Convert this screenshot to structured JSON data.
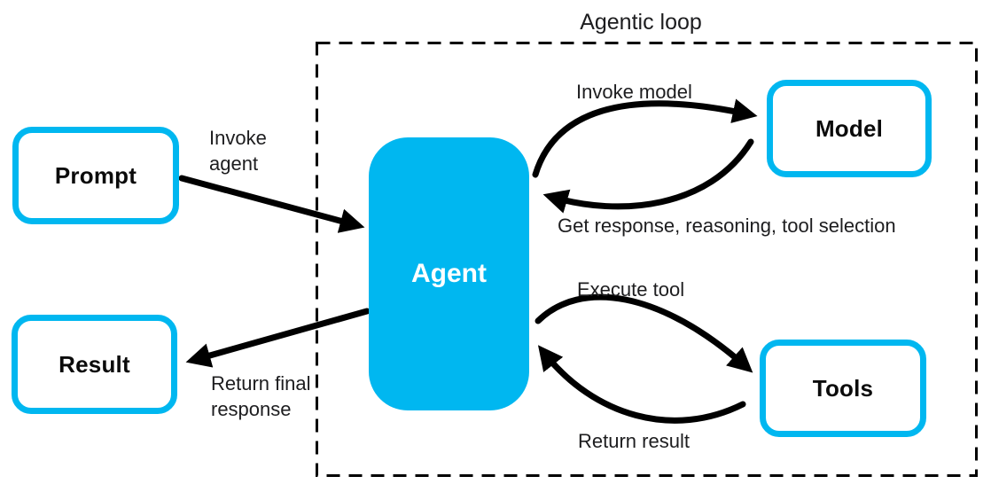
{
  "title": "Agentic loop",
  "colors": {
    "accent": "#00B7F0",
    "arrow": "#000000",
    "text": "#1d1d1f"
  },
  "nodes": {
    "prompt": {
      "label": "Prompt"
    },
    "agent": {
      "label": "Agent"
    },
    "model": {
      "label": "Model"
    },
    "tools": {
      "label": "Tools"
    },
    "result": {
      "label": "Result"
    }
  },
  "edges": {
    "invoke_agent": {
      "label": "Invoke agent"
    },
    "invoke_model": {
      "label": "Invoke model"
    },
    "get_response": {
      "label": "Get response, reasoning, tool selection"
    },
    "execute_tool": {
      "label": "Execute tool"
    },
    "return_result": {
      "label": "Return result"
    },
    "return_final": {
      "label": "Return final response"
    }
  }
}
